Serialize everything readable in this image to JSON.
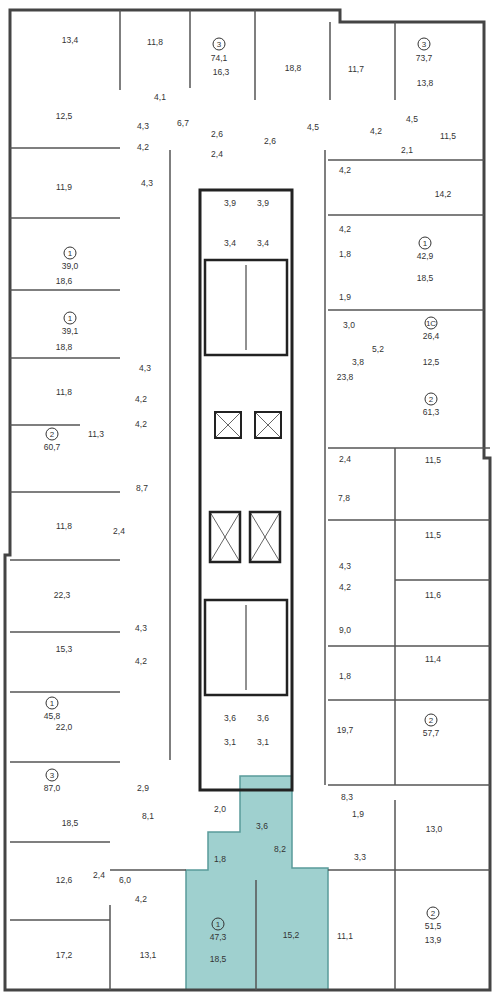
{
  "diagram": {
    "labels": [
      "13,4",
      "11,8",
      "3",
      "74,1",
      "16,3",
      "18,8",
      "11,7",
      "3",
      "73,7",
      "13,8",
      "4,1",
      "12,5",
      "4,3",
      "6,7",
      "2,6",
      "2,6",
      "4,5",
      "4,5",
      "4,2",
      "11,5",
      "2,1",
      "4,2",
      "2,4",
      "11,9",
      "4,3",
      "4,2",
      "14,2",
      "3,9",
      "3,9",
      "4,2",
      "3,4",
      "3,4",
      "1",
      "39,0",
      "1",
      "42,9",
      "1,8",
      "18,6",
      "18,5",
      "1,9",
      "1",
      "39,1",
      "3,0",
      "1С",
      "26,4",
      "18,8",
      "5,2",
      "3,8",
      "12,5",
      "4,3",
      "23,8",
      "11,8",
      "4,2",
      "2",
      "61,3",
      "4,2",
      "2",
      "60,7",
      "11,3",
      "2,4",
      "11,5",
      "8,7",
      "7,8",
      "11,8",
      "2,4",
      "11,5",
      "4,3",
      "4,2",
      "22,3",
      "11,6",
      "4,3",
      "9,0",
      "15,3",
      "11,4",
      "4,2",
      "1,8",
      "1",
      "45,8",
      "3,6",
      "3,6",
      "2",
      "57,7",
      "22,0",
      "19,7",
      "3,1",
      "3,1",
      "3",
      "87,0",
      "2,9",
      "8,3",
      "2,0",
      "1,9",
      "8,1",
      "18,5",
      "3,6",
      "13,0",
      "8,2",
      "3,3",
      "1,8",
      "2,4",
      "6,0",
      "12,6",
      "4,2",
      "2",
      "51,5",
      "1",
      "47,3",
      "15,2",
      "11,1",
      "13,9",
      "17,2",
      "18,5",
      "13,1"
    ]
  }
}
